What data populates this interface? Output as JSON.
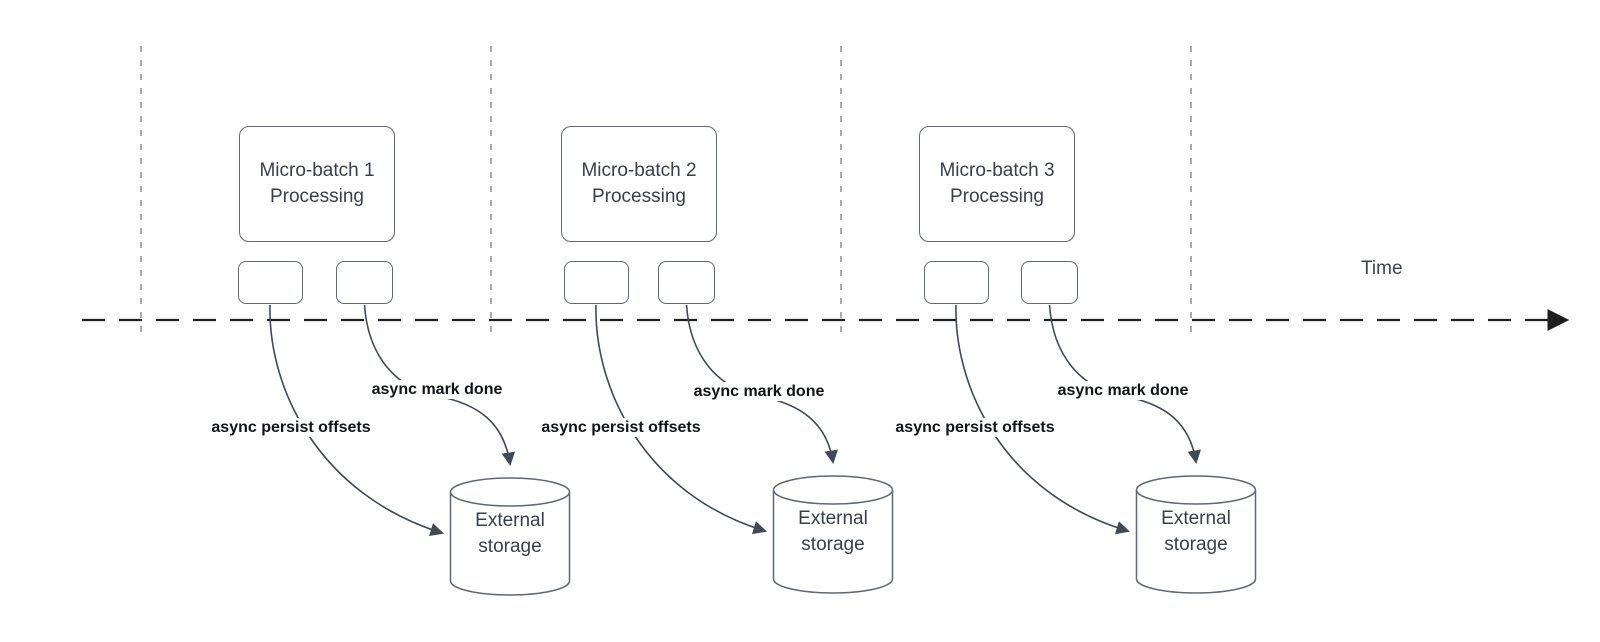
{
  "diagram": {
    "title_hint": "micro-batch async offset persistence timeline",
    "time_label": "Time",
    "sections": [
      {
        "box_label": "Micro-batch 1\nProcessing",
        "persist_label": "async persist offsets",
        "done_label": "async mark done",
        "storage_label": "External\nstorage"
      },
      {
        "box_label": "Micro-batch 2\nProcessing",
        "persist_label": "async persist offsets",
        "done_label": "async mark done",
        "storage_label": "External\nstorage"
      },
      {
        "box_label": "Micro-batch 3\nProcessing",
        "persist_label": "async persist offsets",
        "done_label": "async mark done",
        "storage_label": "External\nstorage"
      }
    ],
    "colors": {
      "background": "#ffffff",
      "timeline_stroke": "#1f1f1f",
      "guide_stroke": "#9b9b9b",
      "shape_stroke": "#5f6874",
      "arrow_stroke": "#3f4a56",
      "shape_text": "#383f4a",
      "edge_label_text": "#111418"
    }
  }
}
